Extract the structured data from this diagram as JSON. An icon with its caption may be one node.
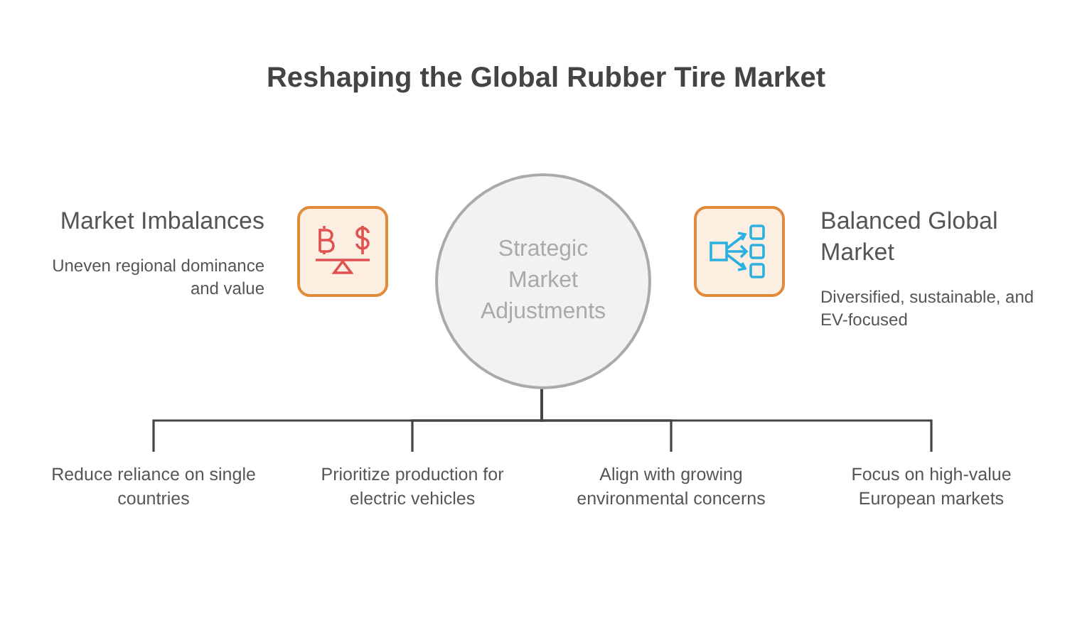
{
  "diagram": {
    "title": "Reshaping the Global Rubber Tire Market",
    "nodes": [
      {
        "text": [
          "Market Imbalances",
          "Uneven regional dominance and value"
        ]
      },
      {
        "text": [
          "Strategic Market Adjustments"
        ]
      },
      {
        "text": [
          "Balanced Global Market",
          "Diversified, sustainable, and EV-focused"
        ]
      },
      {
        "text": [
          "Reduce reliance on single countries"
        ]
      },
      {
        "text": [
          "Prioritize production for electric vehicles"
        ]
      },
      {
        "text": [
          "Align with growing environmental concerns"
        ]
      },
      {
        "text": [
          "Focus on high-value European markets"
        ]
      }
    ],
    "edges": [
      {
        "from": 1,
        "to": 3,
        "arrow": "none"
      },
      {
        "from": 1,
        "to": 4,
        "arrow": "none"
      },
      {
        "from": 1,
        "to": 5,
        "arrow": "none"
      },
      {
        "from": 1,
        "to": 6,
        "arrow": "none"
      }
    ]
  }
}
